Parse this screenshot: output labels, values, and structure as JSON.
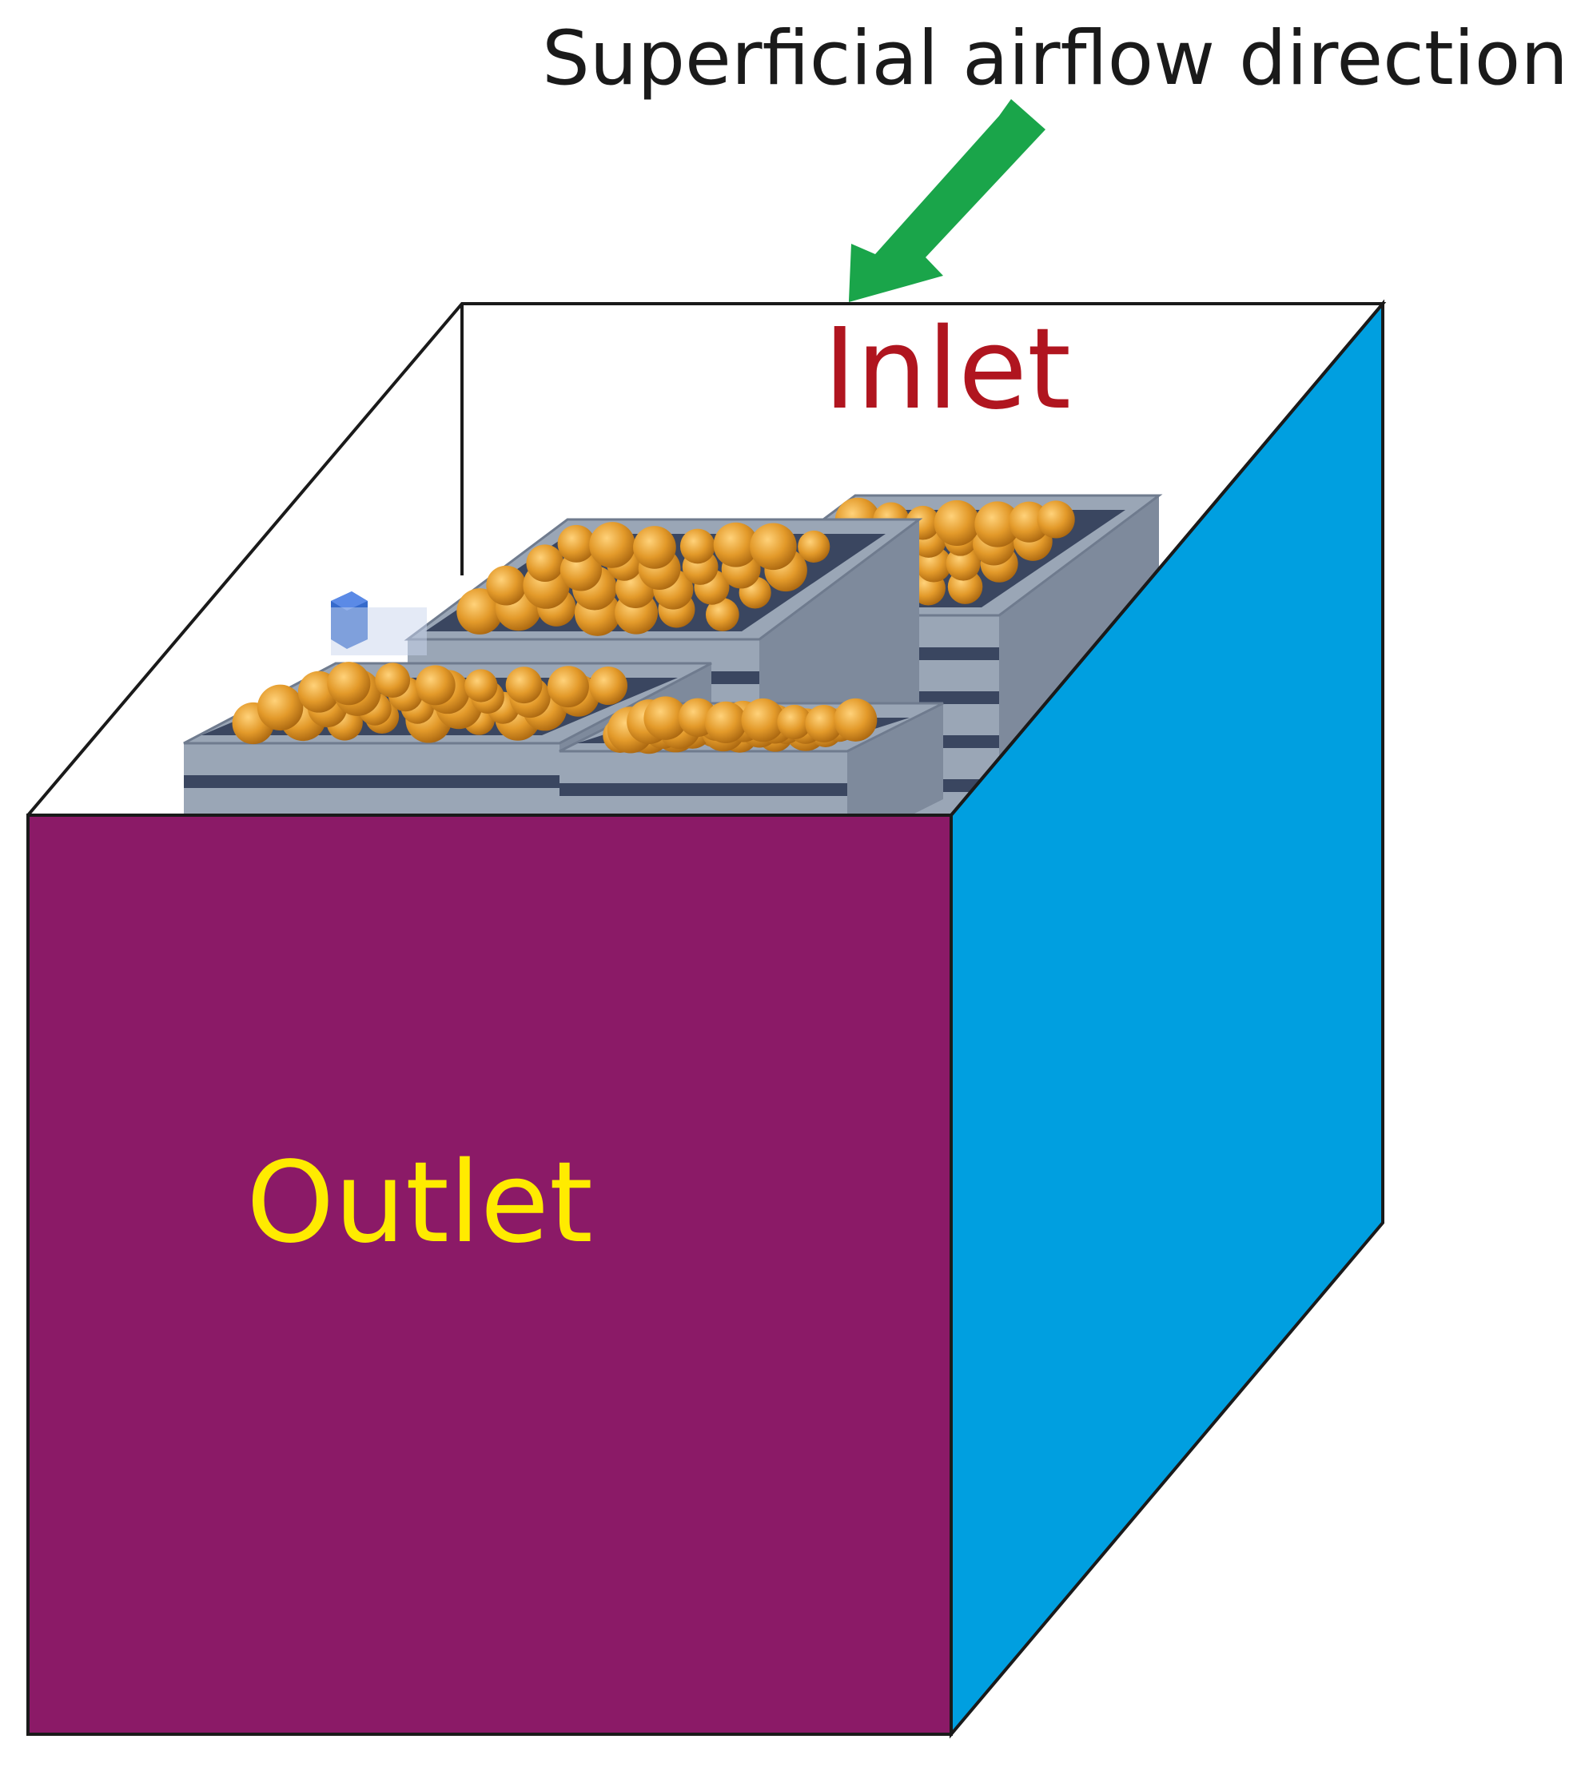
{
  "caption": "Superficial airflow direction",
  "labels": {
    "inlet": "Inlet",
    "outlet": "Outlet"
  },
  "colors": {
    "outlet_face": "#8b1a67",
    "side_face": "#009fe0",
    "arrow": "#1aa54a",
    "inlet_text": "#b0151f",
    "outlet_text": "#ffeb00",
    "edge": "#1a1a1a",
    "crate_frame": "#9aa6b6",
    "crate_dark": "#3a4660",
    "fruit": "#e39a2a",
    "fruit_shade": "#a8650f",
    "sensor": "#2a62c8"
  },
  "icons": {
    "arrow": "arrow-down-left-icon",
    "sensor": "sensor-cube-icon"
  }
}
